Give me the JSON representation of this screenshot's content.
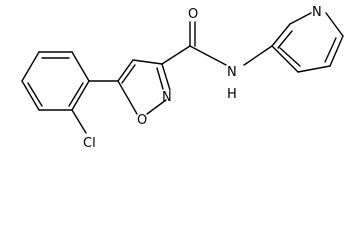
{
  "structure": {
    "atoms": {
      "ring_oxygen": "O",
      "ring_nitrogen": "N",
      "carbonyl_oxygen": "O",
      "amide_nitrogen": "N",
      "amide_hydrogen": "H",
      "pyridine_nitrogen": "N",
      "chlorine": "Cl"
    }
  },
  "colors": {
    "bond": "#000000",
    "label": "#000000",
    "background": "#ffffff"
  }
}
